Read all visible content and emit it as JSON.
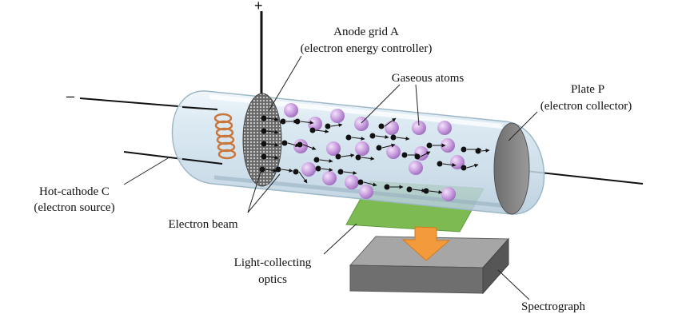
{
  "signs": {
    "plus": "+",
    "minus": "–"
  },
  "labels": {
    "anode_line1": "Anode grid A",
    "anode_line2": "(electron energy controller)",
    "gaseous": "Gaseous atoms",
    "plate_line1": "Plate P",
    "plate_line2": "(electron collector)",
    "cathode_line1": "Hot-cathode C",
    "cathode_line2": "(electron source)",
    "beam": "Electron beam",
    "optics_line1": "Light-collecting",
    "optics_line2": "optics",
    "spectrograph": "Spectrograph"
  },
  "colors": {
    "tube_glass": "#d3e4ef",
    "tube_edge": "#9fb8c8",
    "atom": "#c79bdc",
    "electron": "#111111",
    "coil": "#c9773a",
    "optics": "#7dbb52",
    "spectrograph_top": "#a6a6a6",
    "spectrograph_side": "#6f6f6f",
    "arrow": "#f29a3c"
  }
}
